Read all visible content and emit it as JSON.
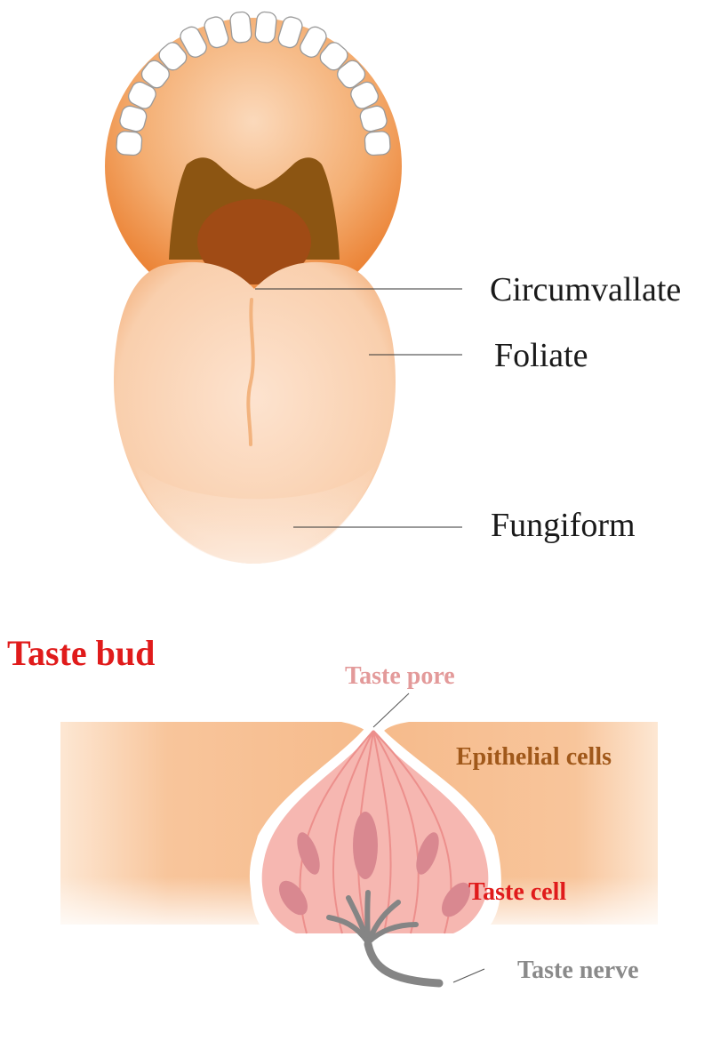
{
  "tongue_diagram": {
    "labels": {
      "circumvallate": "Circumvallate",
      "foliate": "Foliate",
      "fungiform": "Fungiform"
    }
  },
  "taste_bud_diagram": {
    "title": "Taste bud",
    "labels": {
      "taste_pore": "Taste pore",
      "epithelial_cells": "Epithelial cells",
      "taste_cell": "Taste cell",
      "taste_nerve": "Taste nerve"
    }
  },
  "colors": {
    "title_red": "#e01b1b",
    "taste_pore_pink": "#e39a9a",
    "epithelial_brown": "#a0581a",
    "taste_cell_red": "#e01b1b",
    "taste_nerve_gray": "#8a8a8a",
    "tongue_peach": "#f7c7a0",
    "mouth_orange": "#ef8f3e",
    "throat_brown": "#8c5512",
    "bud_pink": "#f6b7b1"
  }
}
